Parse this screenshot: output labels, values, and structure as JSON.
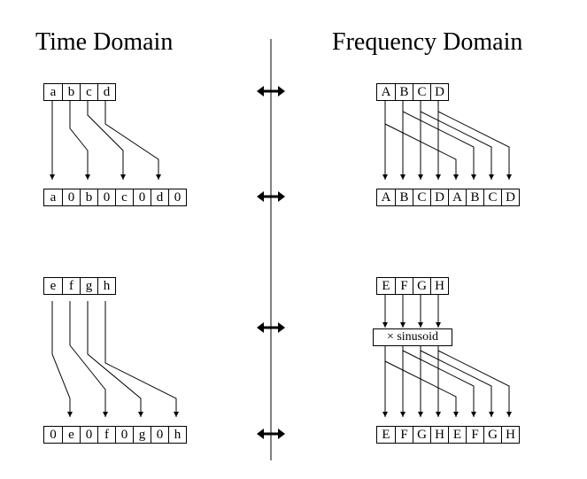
{
  "headings": {
    "time": "Time Domain",
    "frequency": "Frequency Domain"
  },
  "rows": [
    {
      "time_input": [
        "a",
        "b",
        "c",
        "d"
      ],
      "time_output": [
        "a",
        "0",
        "b",
        "0",
        "c",
        "0",
        "d",
        "0"
      ],
      "freq_input": [
        "A",
        "B",
        "C",
        "D"
      ],
      "freq_output": [
        "A",
        "B",
        "C",
        "D",
        "A",
        "B",
        "C",
        "D"
      ]
    },
    {
      "time_input": [
        "e",
        "f",
        "g",
        "h"
      ],
      "time_output": [
        "0",
        "e",
        "0",
        "f",
        "0",
        "g",
        "0",
        "h"
      ],
      "freq_input": [
        "E",
        "F",
        "G",
        "H"
      ],
      "freq_multiplier": "× sinusoid",
      "freq_output": [
        "E",
        "F",
        "G",
        "H",
        "E",
        "F",
        "G",
        "H"
      ]
    }
  ],
  "symbols": {
    "transform_pair": "double-headed-arrow-icon"
  }
}
